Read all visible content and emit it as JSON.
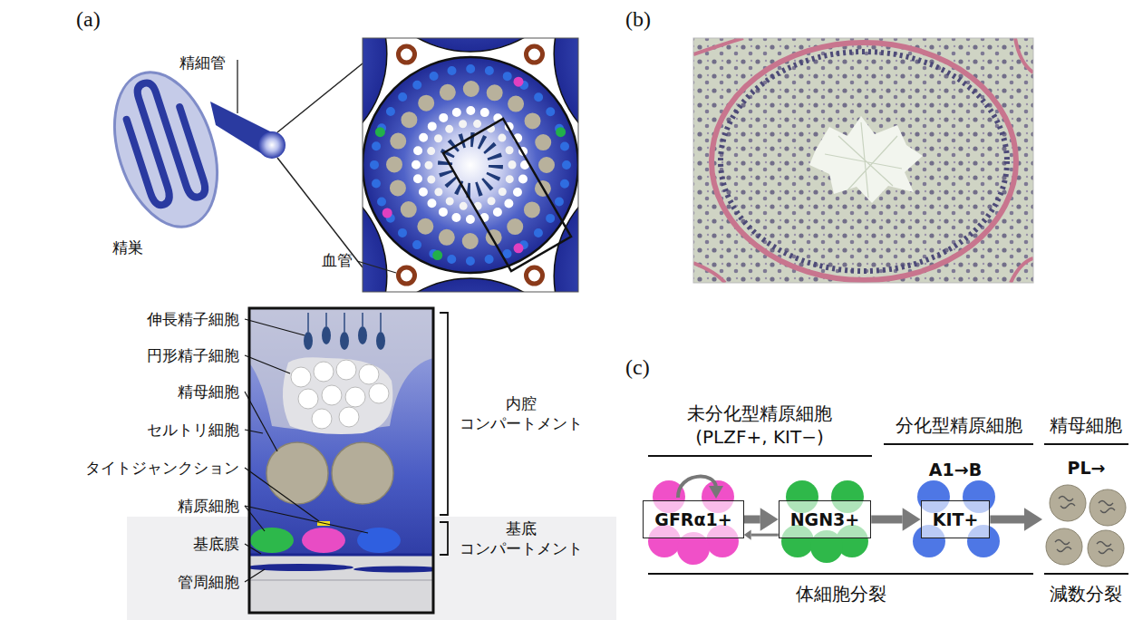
{
  "diagram": {
    "nodes": [
      {
        "text": [
          "GFRα1+"
        ]
      },
      {
        "text": [
          "NGN3+"
        ]
      },
      {
        "text": [
          "A1→B",
          "KIT+"
        ]
      },
      {
        "text": [
          "PL→"
        ]
      }
    ],
    "edges": [
      {
        "from": 0,
        "to": 1,
        "arrow": "to"
      },
      {
        "from": 1,
        "to": 0,
        "arrow": "to"
      },
      {
        "from": 1,
        "to": 2,
        "arrow": "to"
      },
      {
        "from": 2,
        "to": 3,
        "arrow": "to"
      }
    ],
    "labels": [
      "(a)",
      "(b)",
      "(c)",
      "精細管",
      "精巣",
      "血管",
      "伸長精子細胞",
      "円形精子細胞",
      "精母細胞",
      "セルトリ細胞",
      "タイトジャンクション",
      "精原細胞",
      "基底膜",
      "管周細胞",
      "内腔 コンパートメント",
      "基底 コンパートメント",
      "未分化型精原細胞 (PLZF+, KIT−)",
      "分化型精原細胞",
      "精母細胞",
      "体細胞分裂",
      "減数分裂"
    ]
  }
}
